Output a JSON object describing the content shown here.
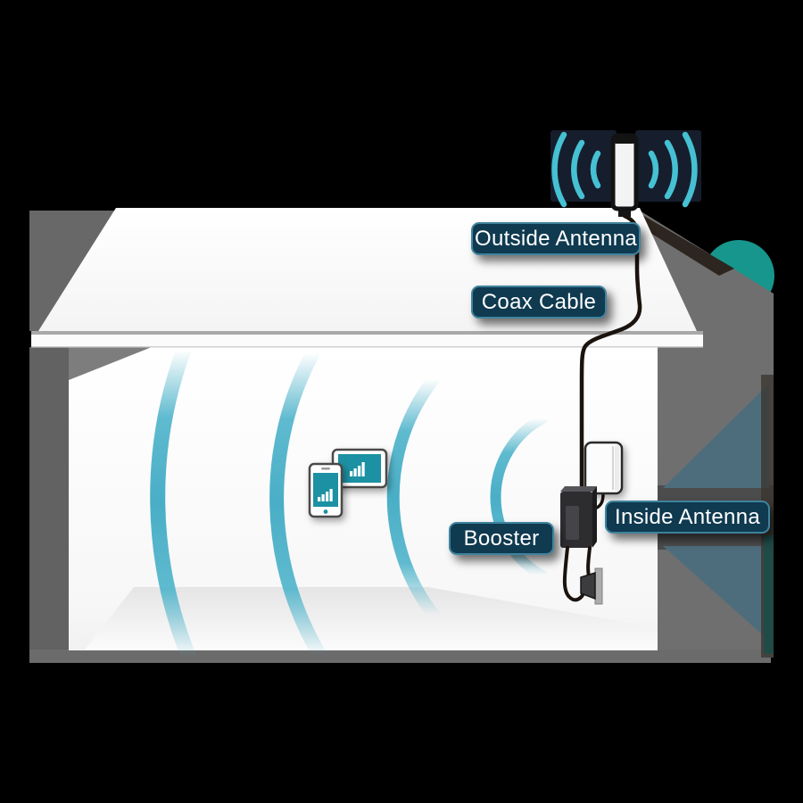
{
  "labels": {
    "outside_antenna": "Outside Antenna",
    "coax_cable": "Coax Cable",
    "booster": "Booster",
    "inside_antenna": "Inside Antenna"
  },
  "icons": [
    {
      "name": "outside-antenna-icon"
    },
    {
      "name": "outdoor-signal-waves-icon"
    },
    {
      "name": "coax-cable-line"
    },
    {
      "name": "inside-antenna-icon"
    },
    {
      "name": "booster-icon"
    },
    {
      "name": "power-plug-icon"
    },
    {
      "name": "smartphone-icon"
    },
    {
      "name": "tablet-icon"
    },
    {
      "name": "signal-bars-icon"
    },
    {
      "name": "indoor-signal-arcs"
    }
  ],
  "colors": {
    "background": "#000000",
    "label_background": "#0f3a50",
    "label_border": "#4891aa",
    "label_text": "#ffffff",
    "indoor_arc": "#57b7cd",
    "outdoor_wave": "#45c1d3",
    "device_screen": "#1d91a3",
    "teal_accent": "#17968d",
    "house_gray": "#6f6f6f",
    "cable": "#1b130d"
  }
}
